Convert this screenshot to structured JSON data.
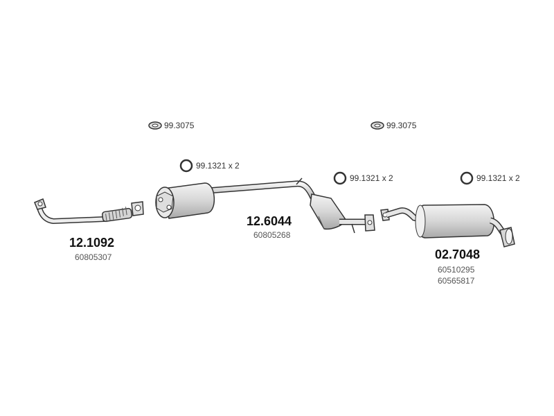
{
  "parts": [
    {
      "number": "12.1092",
      "codes": [
        "60805307"
      ]
    },
    {
      "number": "12.6044",
      "codes": [
        "60805268"
      ]
    },
    {
      "number": "02.7048",
      "codes": [
        "60510295",
        "60565817"
      ]
    }
  ],
  "refs": {
    "clamp_left": "99.3075",
    "clamp_right": "99.3075",
    "ring_1": "99.1321 x 2",
    "ring_2": "99.1321 x 2",
    "ring_3": "99.1321 x 2"
  },
  "colors": {
    "line": "#333333",
    "fill": "#e6e6e6",
    "shade": "#bcbcbc"
  }
}
